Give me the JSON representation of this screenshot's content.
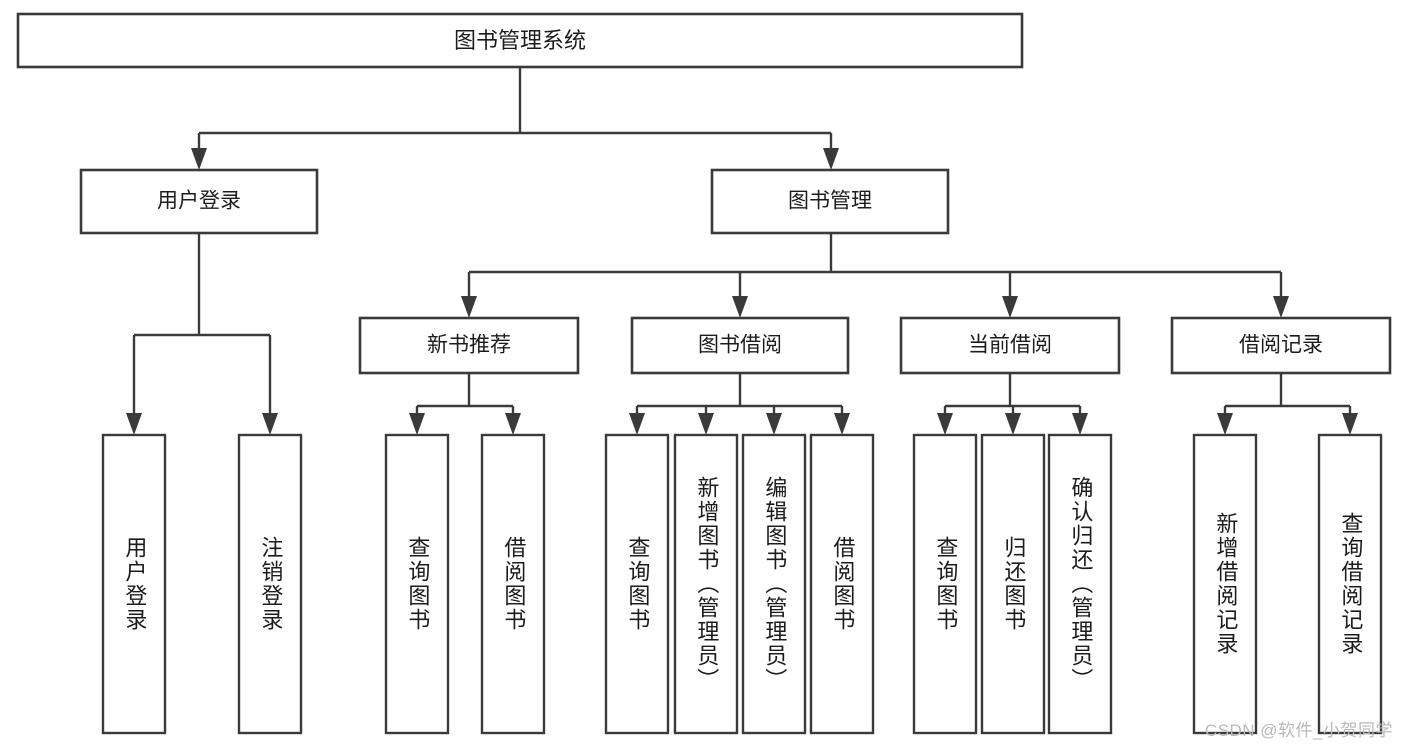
{
  "diagram": {
    "type": "tree-hierarchy",
    "title": "图书管理系统",
    "watermark": "CSDN @软件_小贺同学",
    "colors": {
      "background": "#ffffff",
      "stroke": "#3a3a3a",
      "text": "#1c1c1c",
      "watermark": "#b9b9b9"
    },
    "levels": {
      "level1": [
        {
          "id": "root",
          "label": "图书管理系统"
        }
      ],
      "level2": [
        {
          "id": "user-login",
          "label": "用户登录"
        },
        {
          "id": "book-manage",
          "label": "图书管理"
        }
      ],
      "level3": [
        {
          "id": "new-book-rec",
          "label": "新书推荐"
        },
        {
          "id": "book-borrow",
          "label": "图书借阅"
        },
        {
          "id": "current-borrow",
          "label": "当前借阅"
        },
        {
          "id": "borrow-record",
          "label": "借阅记录"
        }
      ],
      "level4": [
        {
          "id": "leaf-user-login",
          "label": "用户登录",
          "parent": "user-login"
        },
        {
          "id": "leaf-user-logout",
          "label": "注销登录",
          "parent": "user-login"
        },
        {
          "id": "leaf-query-book-1",
          "label": "查询图书",
          "parent": "new-book-rec"
        },
        {
          "id": "leaf-borrow-book-1",
          "label": "借阅图书",
          "parent": "new-book-rec"
        },
        {
          "id": "leaf-query-book-2",
          "label": "查询图书",
          "parent": "book-borrow"
        },
        {
          "id": "leaf-add-book",
          "label": "新增图书（管理员）",
          "parent": "book-borrow"
        },
        {
          "id": "leaf-edit-book",
          "label": "编辑图书（管理员）",
          "parent": "book-borrow"
        },
        {
          "id": "leaf-borrow-book-2",
          "label": "借阅图书",
          "parent": "book-borrow"
        },
        {
          "id": "leaf-query-book-3",
          "label": "查询图书",
          "parent": "current-borrow"
        },
        {
          "id": "leaf-return-book",
          "label": "归还图书",
          "parent": "current-borrow"
        },
        {
          "id": "leaf-confirm-return",
          "label": "确认归还（管理员）",
          "parent": "current-borrow"
        },
        {
          "id": "leaf-add-record",
          "label": "新增借阅记录",
          "parent": "borrow-record"
        },
        {
          "id": "leaf-query-record",
          "label": "查询借阅记录",
          "parent": "borrow-record"
        }
      ]
    }
  }
}
